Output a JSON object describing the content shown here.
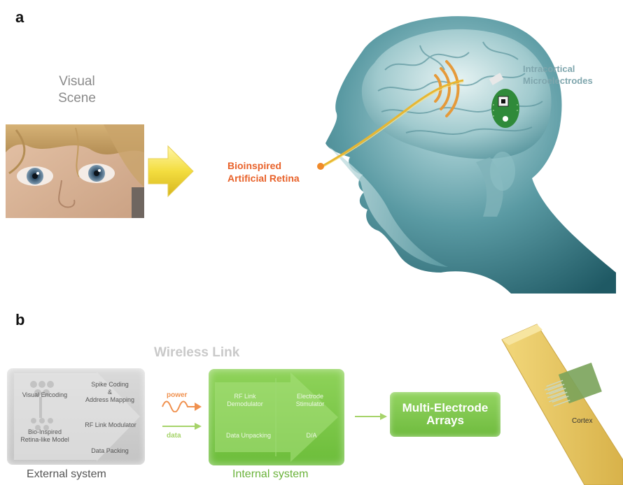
{
  "panel_a": {
    "label": "a",
    "visual_scene_title": "Visual\nScene",
    "retina_label_line1": "Bioinspired",
    "retina_label_line2": "Artificial Retina",
    "electrodes_label_line1": "Intracortical",
    "electrodes_label_line2": "Microelectrodes"
  },
  "panel_b": {
    "label": "b",
    "wireless_link": "Wireless Link",
    "external": {
      "visual_encoding": "Visual Encoding",
      "retina_model_line1": "Bio-Inspired",
      "retina_model_line2": "Retina-like Model",
      "spike_line1": "Spike Coding",
      "spike_line2": "&",
      "spike_line3": "Address Mapping",
      "rf_modulator": "RF Link Modulator",
      "data_packing": "Data Packing",
      "caption": "External system"
    },
    "link": {
      "power": "power",
      "data": "data"
    },
    "internal": {
      "rf_demod_line1": "RF Link",
      "rf_demod_line2": "Demodulator",
      "stim_line1": "Electrode",
      "stim_line2": "Stimulator",
      "data_unpacking": "Data Unpacking",
      "da": "D/A",
      "caption": "Internal system"
    },
    "mea_line1": "Multi-Electrode",
    "mea_line2": "Arrays",
    "cortex": "Cortex"
  },
  "colors": {
    "orange": "#e8622a",
    "green": "#7cc24a",
    "gray_box": "#d0d0d0",
    "teal_head": "#3e8d97",
    "cortex_yellow": "#e8c45a"
  }
}
